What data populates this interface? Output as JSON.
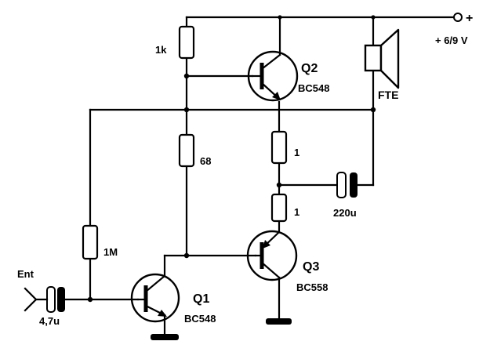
{
  "supply": {
    "label": "+ 6/9 V",
    "plus": "+"
  },
  "input": {
    "label": "Ent"
  },
  "components": {
    "r_1k": "1k",
    "r_68": "68",
    "r_1a": "1",
    "r_1b": "1",
    "r_1m": "1M",
    "c_in": "4,7u",
    "c_out": "220u",
    "speaker": "FTE"
  },
  "transistors": {
    "q1": {
      "name": "Q1",
      "part": "BC548"
    },
    "q2": {
      "name": "Q2",
      "part": "BC548"
    },
    "q3": {
      "name": "Q3",
      "part": "BC558"
    }
  }
}
